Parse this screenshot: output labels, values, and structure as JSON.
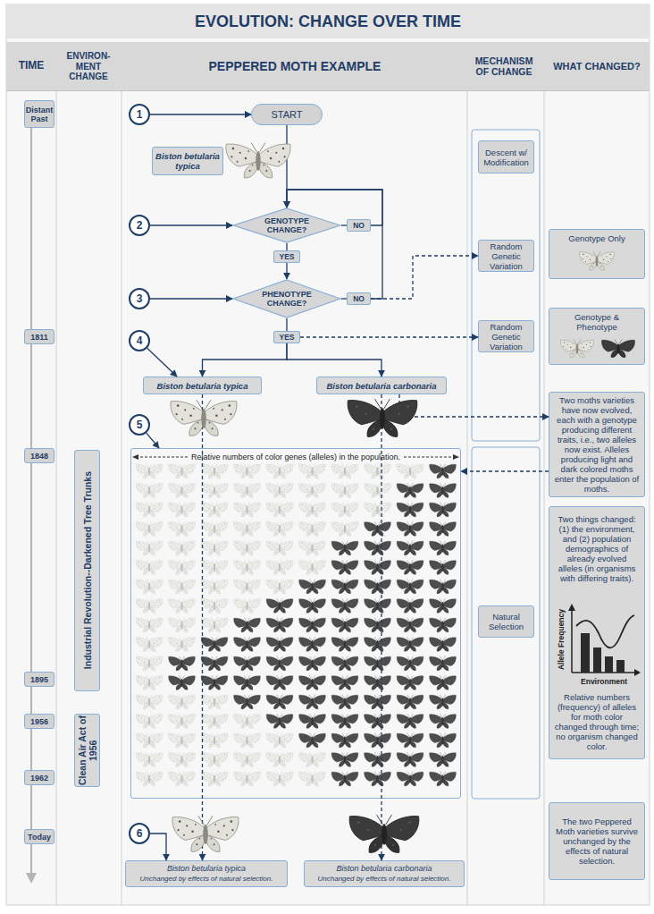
{
  "diagram": {
    "title": "EVOLUTION: CHANGE OVER TIME",
    "nodes": [
      {
        "text": [
          "TIME",
          "ENVIRON- MENT CHANGE",
          "PEPPERED MOTH EXAMPLE",
          "MECHANISM OF CHANGE",
          "WHAT CHANGED?"
        ]
      },
      {
        "text": [
          "Distant Past"
        ]
      },
      {
        "text": [
          "1"
        ]
      },
      {
        "text": [
          "START"
        ]
      },
      {
        "text": [
          "Biston betularia typica"
        ]
      },
      {
        "text": [
          "Descent w/ Modification"
        ]
      },
      {
        "text": [
          "2"
        ]
      },
      {
        "text": [
          "GENOTYPE CHANGE?"
        ]
      },
      {
        "text": [
          "NO"
        ]
      },
      {
        "text": [
          "Genotype Only"
        ]
      },
      {
        "text": [
          "YES"
        ]
      },
      {
        "text": [
          "3"
        ]
      },
      {
        "text": [
          "PHENOTYPE CHANGE?"
        ]
      },
      {
        "text": [
          "NO"
        ]
      },
      {
        "text": [
          "Random Genetic Variation"
        ]
      },
      {
        "text": [
          "1811"
        ]
      },
      {
        "text": [
          "4"
        ]
      },
      {
        "text": [
          "YES"
        ]
      },
      {
        "text": [
          "Random Genetic Variation"
        ]
      },
      {
        "text": [
          "Genotype & Phenotype"
        ]
      },
      {
        "text": [
          "Biston betularia typica"
        ]
      },
      {
        "text": [
          "Biston betularia carbonaria"
        ]
      },
      {
        "text": [
          "5"
        ]
      },
      {
        "text": [
          "Two moths varieties have now evolved, each with a genotype producing different traits, i.e., two alleles now exist. Alleles producing light and dark colored moths enter the population of moths."
        ]
      },
      {
        "text": [
          "1848"
        ]
      },
      {
        "text": [
          "Industrial Revolution--Darkened Tree Trunks"
        ]
      },
      {
        "text": [
          "Relative numbers of color genes (alleles) in the population."
        ]
      },
      {
        "text": [
          "Natural Selection"
        ]
      },
      {
        "text": [
          "Two things changed: (1) the environment, and (2) population demographics of already evolved alleles (in organisms with differing traits).",
          "Relative numbers (frequency) of alleles for moth color changed through time; no organism changed color."
        ]
      },
      {
        "text": [
          "1895"
        ]
      },
      {
        "text": [
          "Clean Air Act of 1956"
        ]
      },
      {
        "text": [
          "1956"
        ]
      },
      {
        "text": [
          "1962"
        ]
      },
      {
        "text": [
          "Today"
        ]
      },
      {
        "text": [
          "6"
        ]
      },
      {
        "text": [
          "The two Peppered Moth varieties survive unchanged by the effects of natural selection."
        ]
      },
      {
        "text": [
          "Biston betularia typica",
          "Unchanged by effects of natural selection."
        ]
      },
      {
        "text": [
          "Biston betularia carbonaria",
          "Unchanged by effects of natural selection."
        ]
      }
    ],
    "edges": [
      {
        "from": 2,
        "to": 3,
        "arrow": "to"
      },
      {
        "from": 3,
        "to": 7,
        "arrow": "to"
      },
      {
        "from": 6,
        "to": 7,
        "arrow": "to"
      },
      {
        "from": 7,
        "to": 8,
        "arrow": "none"
      },
      {
        "from": 8,
        "to": 7,
        "arrow": "to"
      },
      {
        "from": 7,
        "to": 10,
        "arrow": "none"
      },
      {
        "from": 10,
        "to": 12,
        "arrow": "to"
      },
      {
        "from": 11,
        "to": 12,
        "arrow": "to"
      },
      {
        "from": 12,
        "to": 13,
        "arrow": "none"
      },
      {
        "from": 13,
        "to": 7,
        "arrow": "to"
      },
      {
        "from": 13,
        "to": 14,
        "arrow": "to"
      },
      {
        "from": 12,
        "to": 17,
        "arrow": "none"
      },
      {
        "from": 17,
        "to": 20,
        "arrow": "to"
      },
      {
        "from": 17,
        "to": 21,
        "arrow": "to"
      },
      {
        "from": 17,
        "to": 18,
        "arrow": "to"
      },
      {
        "from": 16,
        "to": 20,
        "arrow": "to"
      },
      {
        "from": 22,
        "to": 26,
        "arrow": "to"
      },
      {
        "from": 21,
        "to": 23,
        "arrow": "to"
      },
      {
        "from": 23,
        "to": 26,
        "arrow": "to"
      },
      {
        "from": 20,
        "to": 36,
        "arrow": "to"
      },
      {
        "from": 21,
        "to": 37,
        "arrow": "to"
      },
      {
        "from": 34,
        "to": 36,
        "arrow": "to"
      }
    ],
    "labels": [
      "Allele Frequency",
      "Environment"
    ]
  }
}
